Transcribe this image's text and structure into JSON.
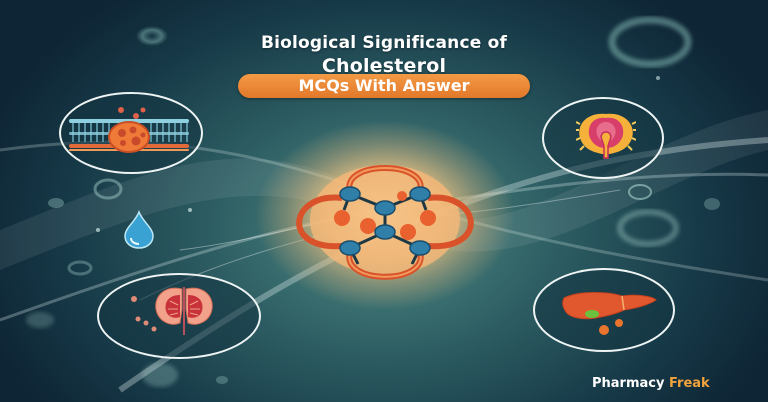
{
  "banner": {
    "title_line1": "Biological Significance of",
    "title_line2": "Cholesterol",
    "subtitle_pill": "MCQs With Answer",
    "brand": {
      "name_part1": "Pharmacy",
      "name_part2": "Freak",
      "accent_color": "#f0a23c"
    },
    "colors": {
      "background_dark": "#0e2535",
      "background_mid": "#2e5f64",
      "pill_orange": "#e8832f",
      "molecule_blue": "#2f7fa8",
      "molecule_orange": "#e8612e"
    },
    "illustrations": [
      {
        "name": "cell-membrane-icon",
        "position": "top-left"
      },
      {
        "name": "adrenal-gland-icon",
        "position": "top-right"
      },
      {
        "name": "kidney-icon",
        "position": "bottom-left"
      },
      {
        "name": "liver-icon",
        "position": "bottom-right"
      },
      {
        "name": "cholesterol-molecule-icon",
        "position": "center"
      },
      {
        "name": "water-drop-icon",
        "position": "left"
      }
    ]
  }
}
